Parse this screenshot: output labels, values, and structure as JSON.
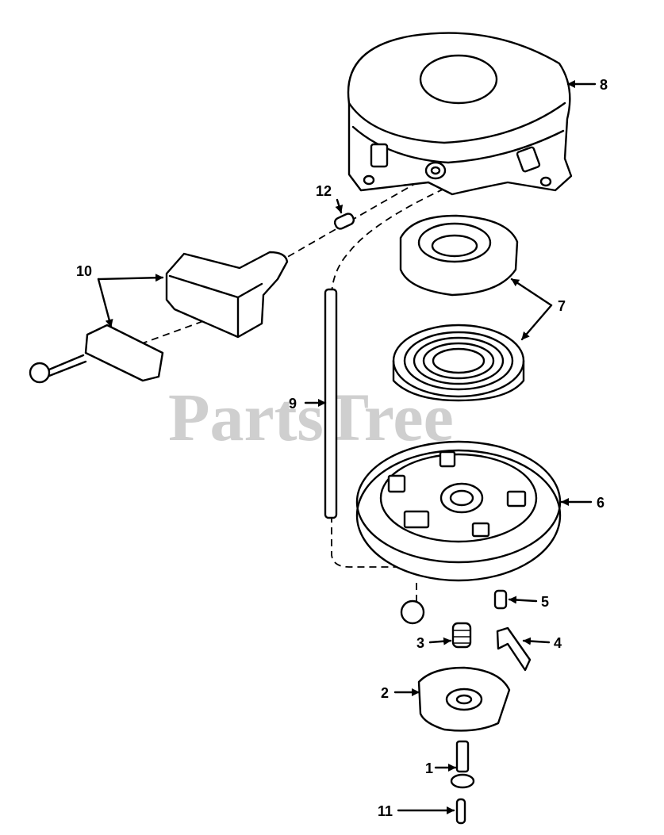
{
  "watermark": "PartsTree",
  "parts": [
    {
      "id": "p1",
      "label": "1"
    },
    {
      "id": "p2",
      "label": "2"
    },
    {
      "id": "p3",
      "label": "3"
    },
    {
      "id": "p4",
      "label": "4"
    },
    {
      "id": "p5",
      "label": "5"
    },
    {
      "id": "p6",
      "label": "6"
    },
    {
      "id": "p7",
      "label": "7"
    },
    {
      "id": "p8",
      "label": "8"
    },
    {
      "id": "p9",
      "label": "9"
    },
    {
      "id": "p10",
      "label": "10"
    },
    {
      "id": "p11",
      "label": "11"
    },
    {
      "id": "p12",
      "label": "12"
    }
  ],
  "colors": {
    "line": "#000000",
    "watermark": "#cfcfcf",
    "background": "#ffffff"
  }
}
